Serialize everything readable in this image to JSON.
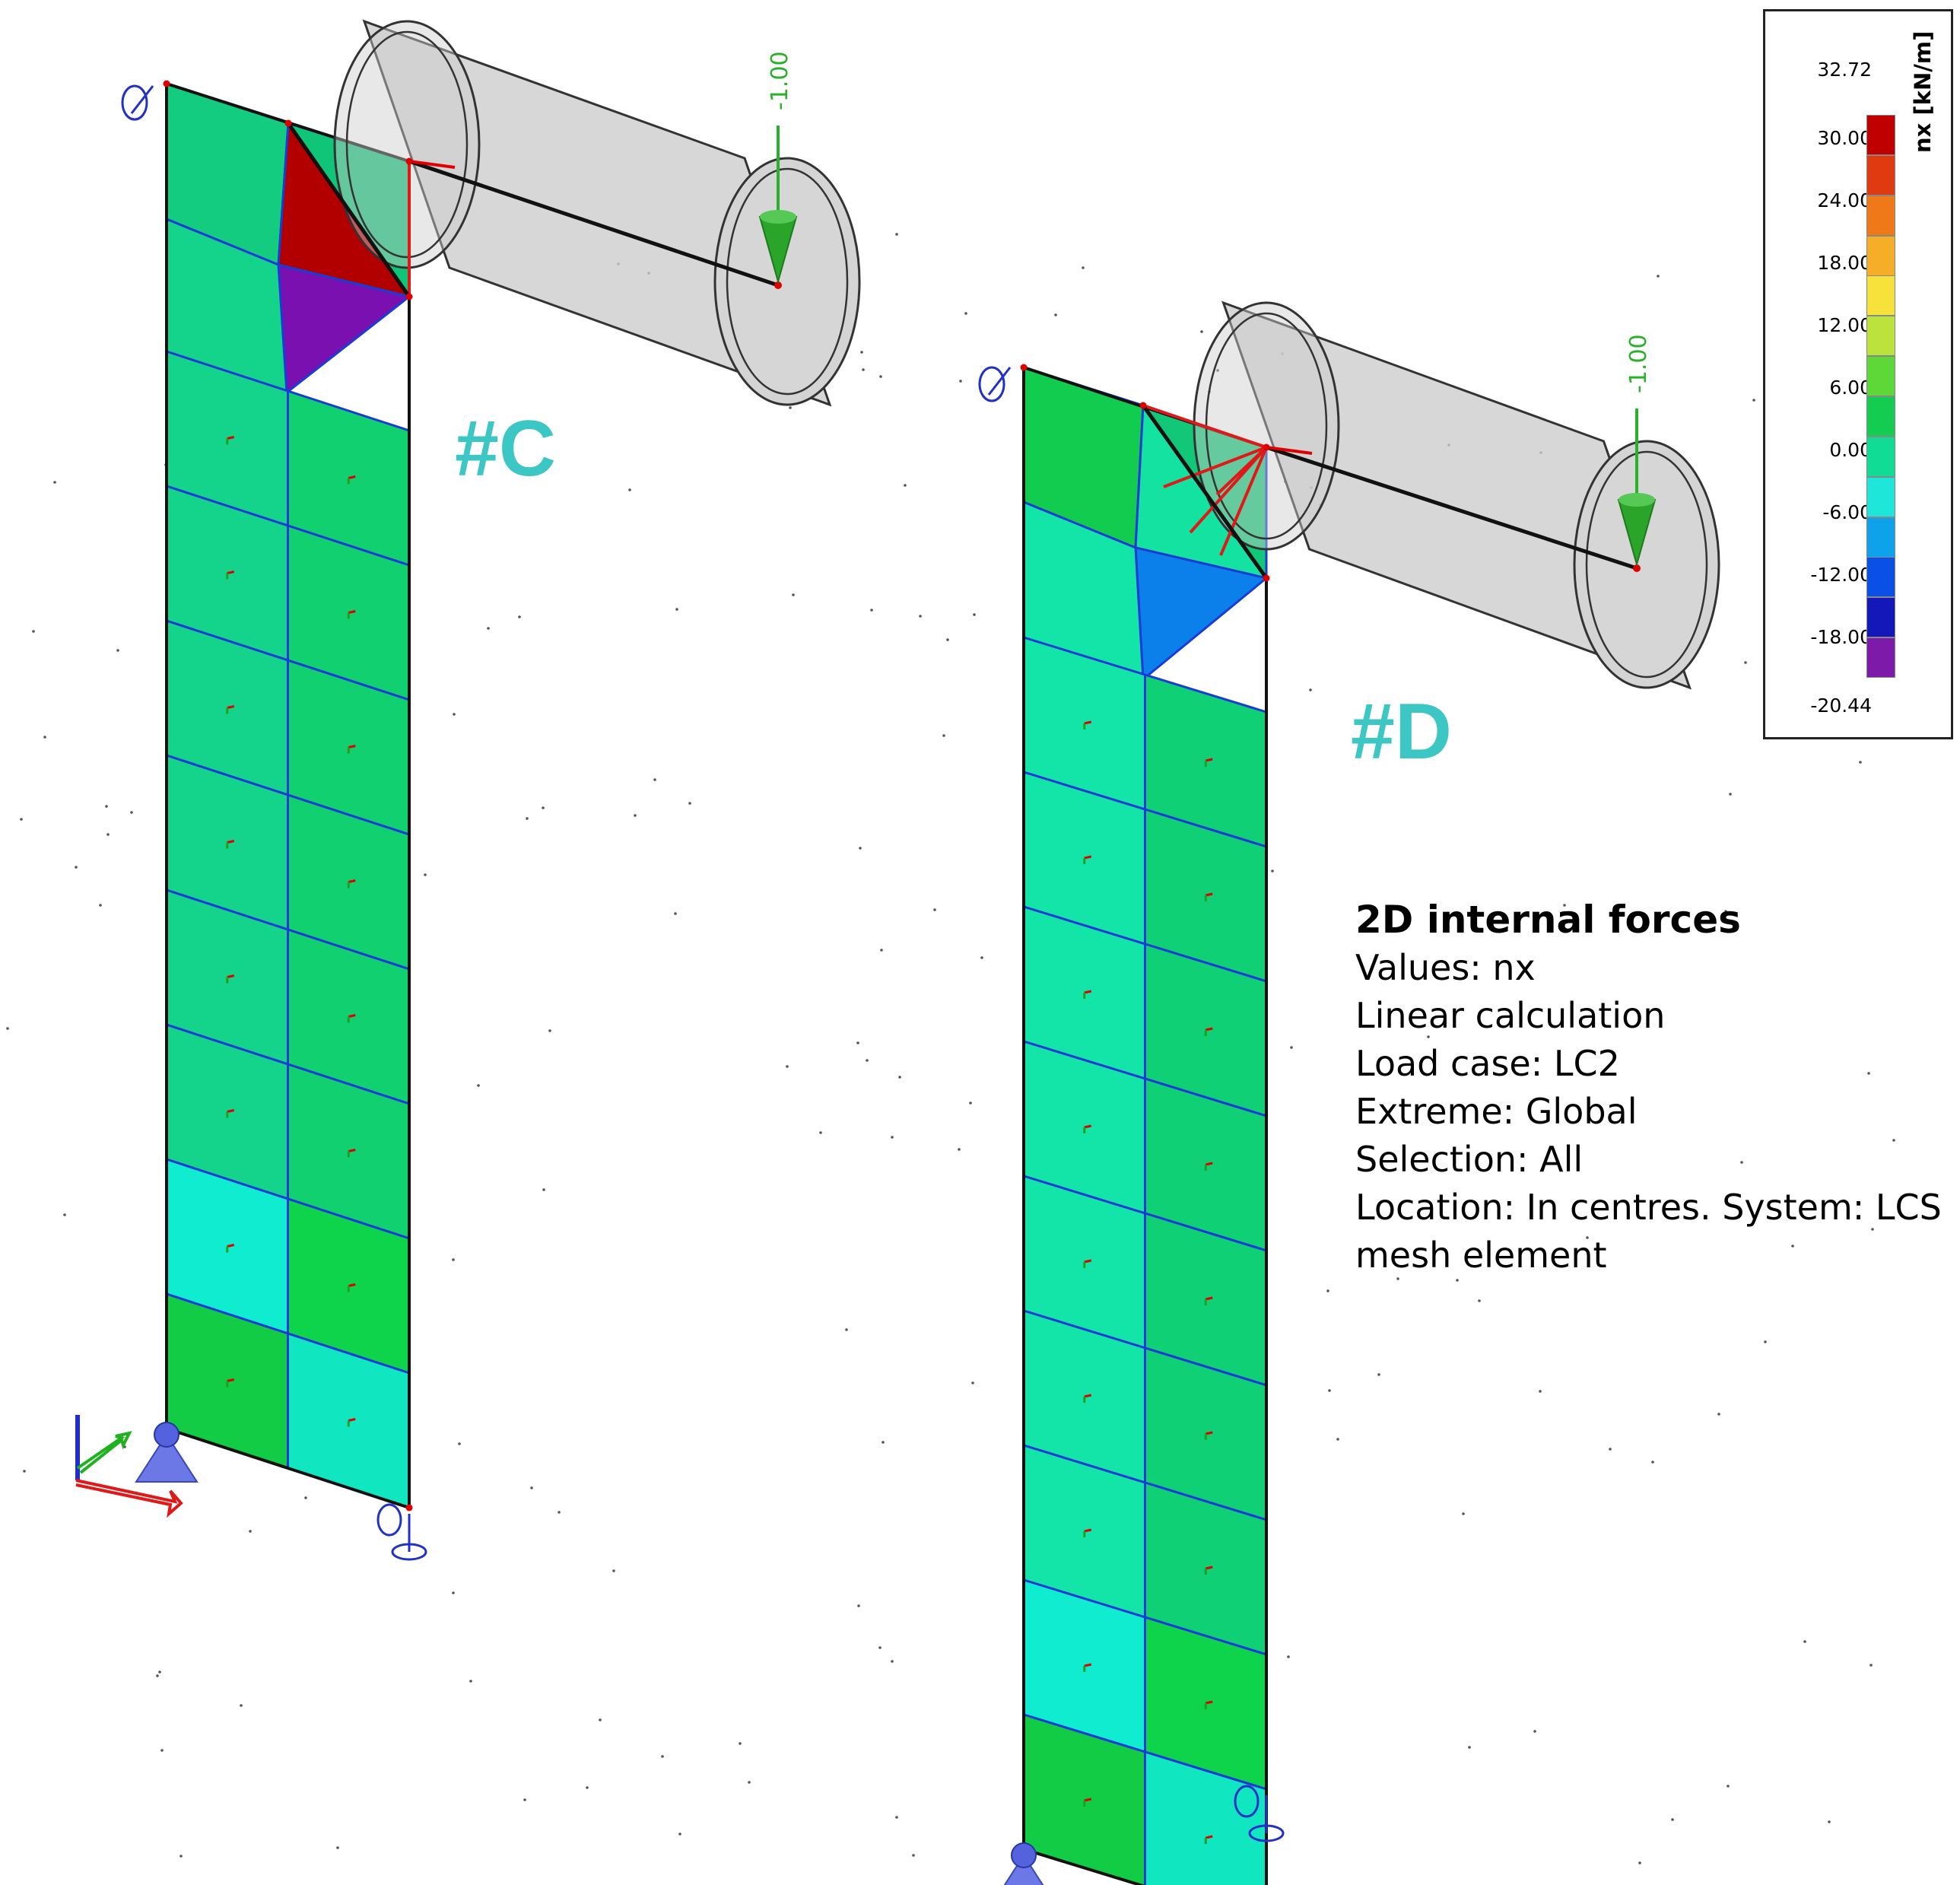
{
  "labels": {
    "case_c": "#C",
    "case_d": "#D"
  },
  "label_color": "#3cc6c4",
  "info": {
    "title": "2D internal forces",
    "lines": [
      "Values: nx",
      "Linear calculation",
      "Load case: LC2",
      "Extreme: Global",
      "Selection: All",
      "Location: In centres. System: LCS",
      "mesh element"
    ]
  },
  "legend": {
    "unit": "nx [kN/m]",
    "max": "32.72",
    "min": "-20.44",
    "ticks": [
      "30.00",
      "24.00",
      "18.00",
      "12.00",
      "6.00",
      "0.00",
      "-6.00",
      "-12.00",
      "-18.00"
    ],
    "segment_colors": [
      "#c00000",
      "#e03a10",
      "#ef7818",
      "#f6ae28",
      "#f7e23c",
      "#bce23e",
      "#5ed838",
      "#14cc50",
      "#10dc96",
      "#1ee6d8",
      "#0ea2ea",
      "#0a50e6",
      "#1418b8",
      "#7e1aaa"
    ]
  },
  "loads": {
    "model_c": "-1.00",
    "model_d": "-1.00"
  },
  "colors": {
    "mesh_line": "#1a3cd6",
    "edge": "#111111",
    "cylinder_fill": "#cccccc",
    "load_arrow": "#2bb02b",
    "support": "#6b78e6",
    "node": "#e00000"
  },
  "models": [
    {
      "id": "C",
      "top_cells": [
        "#14cc80",
        "#b20000",
        "#10c478",
        "#7a10b0"
      ],
      "grid_rows": [
        [
          "#13d48a",
          "#10d070"
        ],
        [
          "#13d48a",
          "#10d070"
        ],
        [
          "#13d48a",
          "#10d070"
        ],
        [
          "#13d48a",
          "#10d070"
        ],
        [
          "#13d48a",
          "#10d070"
        ],
        [
          "#13d48a",
          "#10d070"
        ],
        [
          "#10ecd0",
          "#0ed44c"
        ],
        [
          "#11cc44",
          "#10e6c0"
        ]
      ]
    },
    {
      "id": "D",
      "top_cells": [
        "#12cc50",
        "#14e2a0",
        "#12c878",
        "#0c80ea"
      ],
      "grid_rows": [
        [
          "#13e4a8",
          "#10d076"
        ],
        [
          "#13e4a8",
          "#10d076"
        ],
        [
          "#13e4a8",
          "#10d076"
        ],
        [
          "#13e4a8",
          "#10d076"
        ],
        [
          "#13e4a8",
          "#10d076"
        ],
        [
          "#13e4a8",
          "#10d076"
        ],
        [
          "#13e4a8",
          "#10d076"
        ],
        [
          "#10ecd0",
          "#0ed44c"
        ],
        [
          "#11cc44",
          "#10e6c0"
        ]
      ]
    }
  ]
}
